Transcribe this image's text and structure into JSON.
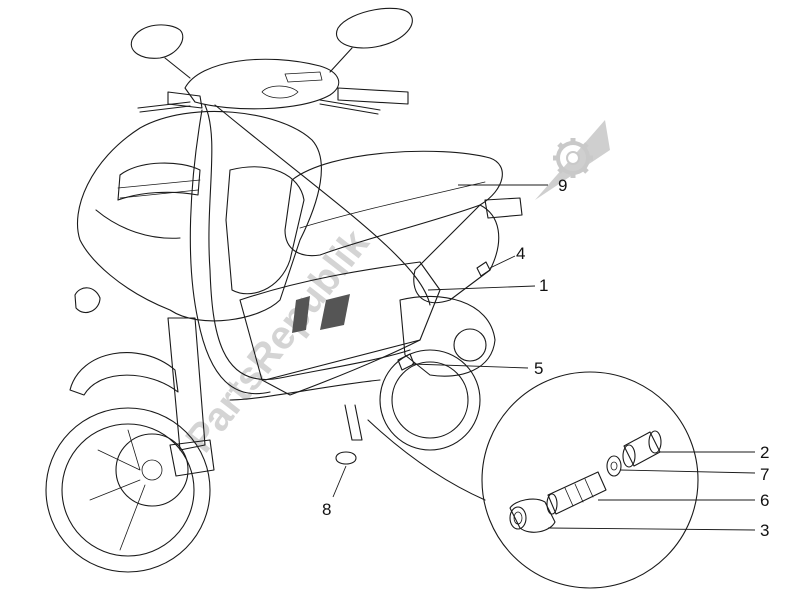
{
  "watermark": {
    "text": "PartsRepublik",
    "icon": "gear-icon"
  },
  "callouts": [
    {
      "id": "9",
      "label": "9"
    },
    {
      "id": "4",
      "label": "4"
    },
    {
      "id": "1",
      "label": "1"
    },
    {
      "id": "5",
      "label": "5"
    },
    {
      "id": "2",
      "label": "2"
    },
    {
      "id": "7",
      "label": "7"
    },
    {
      "id": "6",
      "label": "6"
    },
    {
      "id": "3",
      "label": "3"
    },
    {
      "id": "8",
      "label": "8"
    }
  ],
  "colors": {
    "line": "#1a1a1a",
    "watermark": "#cfcfcf",
    "background": "#ffffff"
  }
}
